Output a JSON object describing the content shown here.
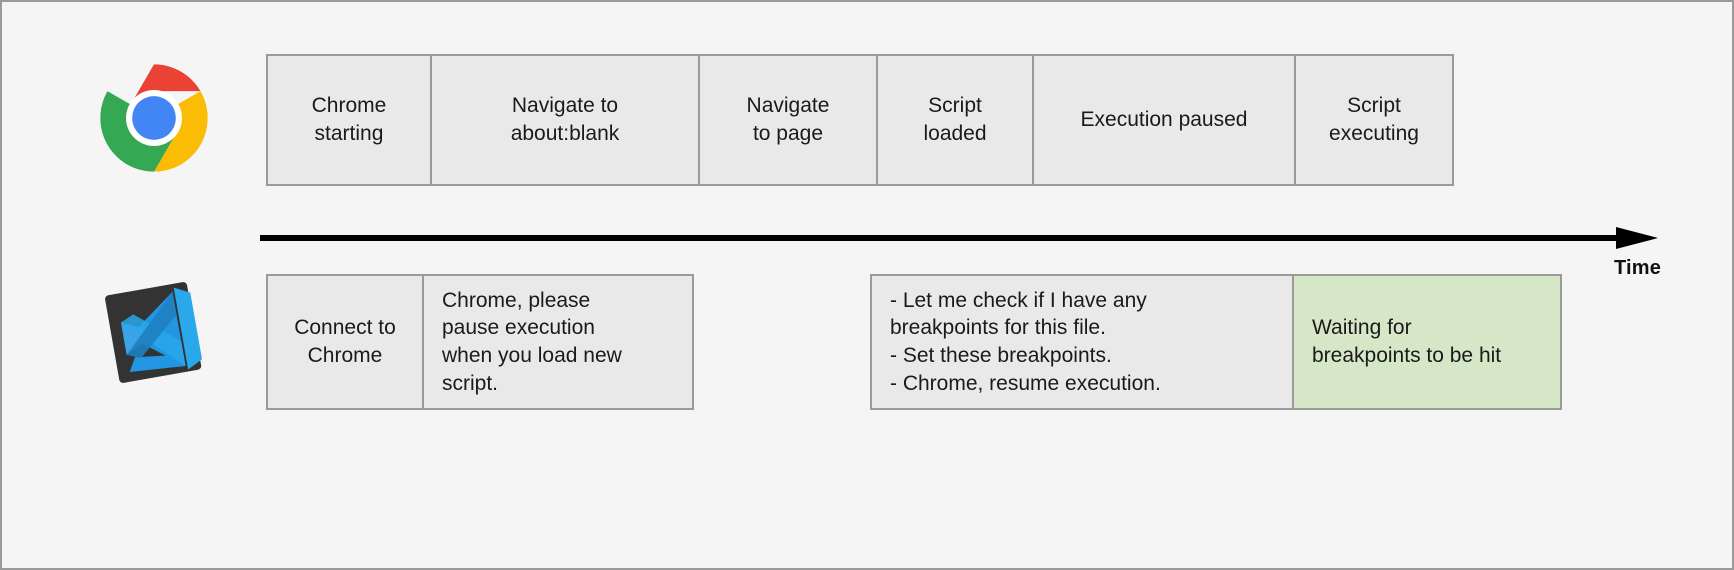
{
  "diagram": {
    "title": "Chrome and VS Code debugging timeline",
    "background_color": "#f5f5f5",
    "box_fill_color": "#e9e9e9",
    "box_border_color": "#9a9a9a",
    "highlight_fill_color": "#d6e7c8",
    "timeline_color": "#000000"
  },
  "timeline": {
    "axis_label": "Time",
    "direction": "left-to-right"
  },
  "lanes": [
    {
      "id": "chrome",
      "icon": "chrome-logo-icon",
      "boxes": [
        {
          "id": "chrome-starting",
          "text": "Chrome\nstarting",
          "highlight": false
        },
        {
          "id": "navigate-about-blank",
          "text": "Navigate to\nabout:blank",
          "highlight": false
        },
        {
          "id": "navigate-to-page",
          "text": "Navigate\nto page",
          "highlight": false
        },
        {
          "id": "script-loaded",
          "text": "Script\nloaded",
          "highlight": false
        },
        {
          "id": "execution-paused",
          "text": "Execution paused",
          "highlight": false
        },
        {
          "id": "script-executing",
          "text": "Script\nexecuting",
          "highlight": false
        }
      ]
    },
    {
      "id": "vscode",
      "icon": "vscode-logo-icon",
      "boxes": [
        {
          "id": "connect-to-chrome",
          "text": "Connect to\nChrome",
          "highlight": false
        },
        {
          "id": "pause-request",
          "text": "Chrome, please\npause execution\nwhen you load new\nscript.",
          "highlight": false
        },
        {
          "id": "breakpoint-actions",
          "text": "- Let me check if I have any\nbreakpoints for this file.\n- Set these breakpoints.\n- Chrome, resume execution.",
          "highlight": false
        },
        {
          "id": "waiting-breakpoints",
          "text": "Waiting for\nbreakpoints to be hit",
          "highlight": true
        }
      ]
    }
  ]
}
